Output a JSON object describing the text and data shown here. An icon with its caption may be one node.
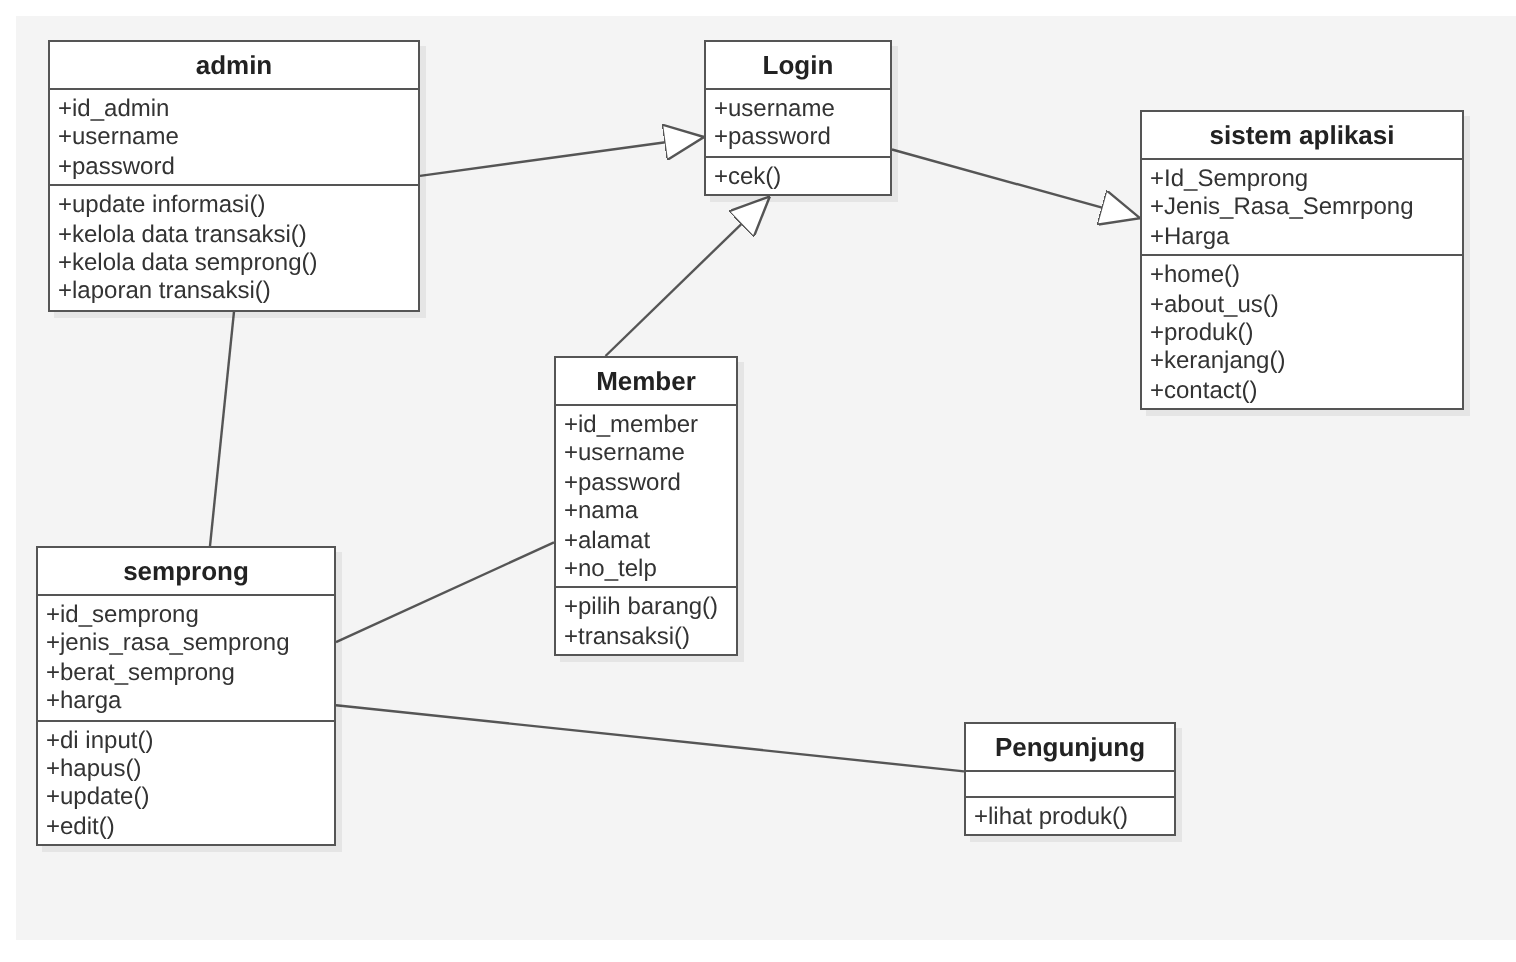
{
  "diagram": {
    "nodes": [
      {
        "text": [
          "admin",
          "+id_admin",
          "+username",
          "+password",
          "+update informasi()",
          "+kelola data transaksi()",
          "+kelola data semprong()",
          "+laporan transaksi()"
        ]
      },
      {
        "text": [
          "Login",
          "+username",
          "+password",
          "+cek()"
        ]
      },
      {
        "text": [
          "sistem aplikasi",
          "+Id_Semprong",
          "+Jenis_Rasa_Semrpong",
          "+Harga",
          "+home()",
          "+about_us()",
          "+produk()",
          "+keranjang()",
          "+contact()"
        ]
      },
      {
        "text": [
          "Member",
          "+id_member",
          "+username",
          "+password",
          "+nama",
          "+alamat",
          "+no_telp",
          "+pilih barang()",
          "+transaksi()"
        ]
      },
      {
        "text": [
          "semprong",
          "+id_semprong",
          "+jenis_rasa_semprong",
          "+berat_semprong",
          "+harga",
          "+di input()",
          "+hapus()",
          "+update()",
          "+edit()"
        ]
      },
      {
        "text": [
          "Pengunjung",
          "+lihat produk()"
        ]
      }
    ],
    "edges": [
      {
        "from": 0,
        "to": 1,
        "arrow": "to"
      },
      {
        "from": 1,
        "to": 2,
        "arrow": "to"
      },
      {
        "from": 3,
        "to": 1,
        "arrow": "to"
      },
      {
        "from": 0,
        "to": 4,
        "arrow": "none"
      },
      {
        "from": 4,
        "to": 3,
        "arrow": "none"
      },
      {
        "from": 4,
        "to": 5,
        "arrow": "none"
      }
    ]
  }
}
